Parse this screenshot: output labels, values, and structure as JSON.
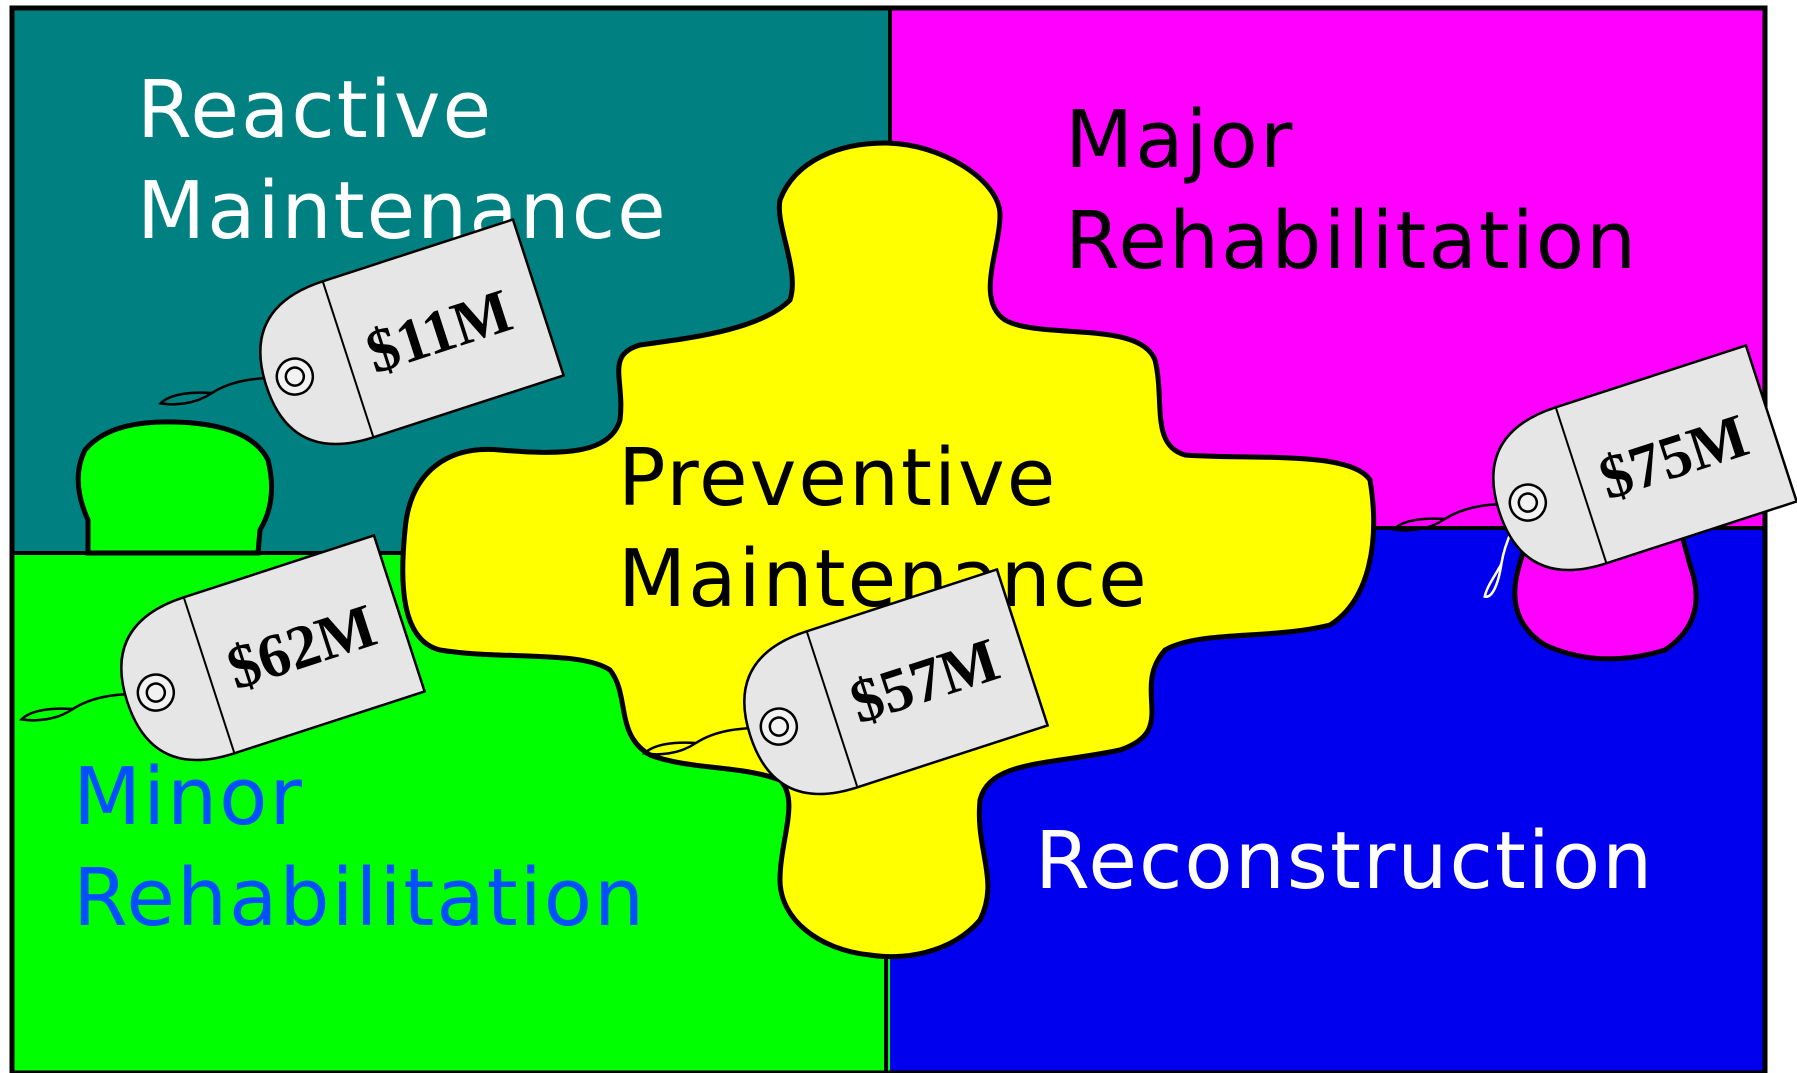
{
  "pieces": {
    "reactive": {
      "line1": "Reactive",
      "line2": "Maintenance",
      "color": "#008080",
      "text_color": "#ffffff"
    },
    "major": {
      "line1": "Major",
      "line2": "Rehabilitation",
      "color": "#ff00ff",
      "text_color": "#000000"
    },
    "minor": {
      "line1": "Minor",
      "line2": "Rehabilitation",
      "color": "#00ff00",
      "text_color": "#0050ff"
    },
    "reconstruction": {
      "line1": "Reconstruction",
      "color": "#0000ee",
      "text_color": "#ffffff"
    },
    "preventive": {
      "line1": "Preventive",
      "line2": "Maintenance",
      "color": "#ffff00",
      "text_color": "#000000"
    }
  },
  "tags": {
    "reactive": "$11M",
    "minor": "$62M",
    "preventive": "$57M",
    "major": "$75M"
  }
}
